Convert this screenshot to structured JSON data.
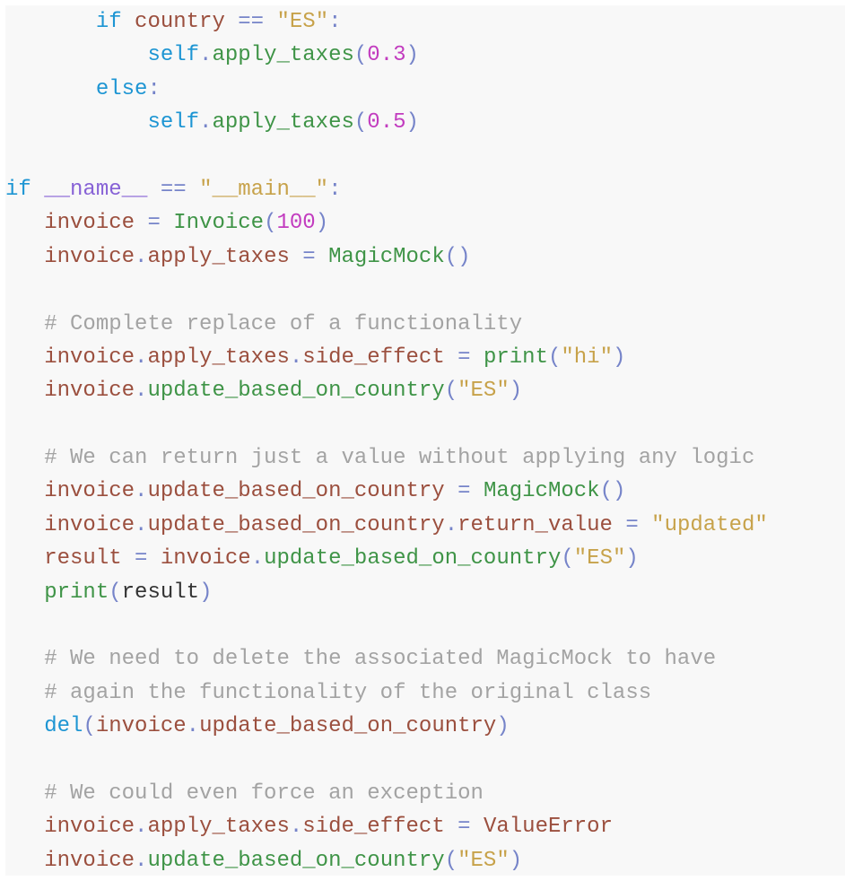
{
  "theme": {
    "background": "#f8f8f8",
    "keyword": "#1d95d3",
    "variable": "#9b4f3e",
    "function": "#3f9447",
    "string": "#c7a24a",
    "number": "#c23cbf",
    "punctuation": "#7684c9",
    "comment": "#a3a3a3",
    "dunder": "#8762d6",
    "plain": "#333333"
  },
  "code": {
    "language": "python",
    "lines": [
      [
        {
          "t": "       ",
          "c": "plain"
        },
        {
          "t": "if",
          "c": "kw"
        },
        {
          "t": " ",
          "c": "plain"
        },
        {
          "t": "country",
          "c": "var"
        },
        {
          "t": " ",
          "c": "plain"
        },
        {
          "t": "==",
          "c": "punc"
        },
        {
          "t": " ",
          "c": "plain"
        },
        {
          "t": "\"ES\"",
          "c": "str"
        },
        {
          "t": ":",
          "c": "punc"
        }
      ],
      [
        {
          "t": "           ",
          "c": "plain"
        },
        {
          "t": "self",
          "c": "kw"
        },
        {
          "t": ".",
          "c": "punc"
        },
        {
          "t": "apply_taxes",
          "c": "fn"
        },
        {
          "t": "(",
          "c": "punc"
        },
        {
          "t": "0.3",
          "c": "num"
        },
        {
          "t": ")",
          "c": "punc"
        }
      ],
      [
        {
          "t": "       ",
          "c": "plain"
        },
        {
          "t": "else",
          "c": "kw"
        },
        {
          "t": ":",
          "c": "punc"
        }
      ],
      [
        {
          "t": "           ",
          "c": "plain"
        },
        {
          "t": "self",
          "c": "kw"
        },
        {
          "t": ".",
          "c": "punc"
        },
        {
          "t": "apply_taxes",
          "c": "fn"
        },
        {
          "t": "(",
          "c": "punc"
        },
        {
          "t": "0.5",
          "c": "num"
        },
        {
          "t": ")",
          "c": "punc"
        }
      ],
      [],
      [
        {
          "t": "if",
          "c": "kw"
        },
        {
          "t": " ",
          "c": "plain"
        },
        {
          "t": "__name__",
          "c": "dunder"
        },
        {
          "t": " ",
          "c": "plain"
        },
        {
          "t": "==",
          "c": "punc"
        },
        {
          "t": " ",
          "c": "plain"
        },
        {
          "t": "\"__main__\"",
          "c": "str"
        },
        {
          "t": ":",
          "c": "punc"
        }
      ],
      [
        {
          "t": "   ",
          "c": "plain"
        },
        {
          "t": "invoice",
          "c": "var"
        },
        {
          "t": " ",
          "c": "plain"
        },
        {
          "t": "=",
          "c": "punc"
        },
        {
          "t": " ",
          "c": "plain"
        },
        {
          "t": "Invoice",
          "c": "fn"
        },
        {
          "t": "(",
          "c": "punc"
        },
        {
          "t": "100",
          "c": "num"
        },
        {
          "t": ")",
          "c": "punc"
        }
      ],
      [
        {
          "t": "   ",
          "c": "plain"
        },
        {
          "t": "invoice",
          "c": "var"
        },
        {
          "t": ".",
          "c": "punc"
        },
        {
          "t": "apply_taxes",
          "c": "var"
        },
        {
          "t": " ",
          "c": "plain"
        },
        {
          "t": "=",
          "c": "punc"
        },
        {
          "t": " ",
          "c": "plain"
        },
        {
          "t": "MagicMock",
          "c": "fn"
        },
        {
          "t": "()",
          "c": "punc"
        }
      ],
      [],
      [
        {
          "t": "   ",
          "c": "plain"
        },
        {
          "t": "# Complete replace of a functionality",
          "c": "cmt"
        }
      ],
      [
        {
          "t": "   ",
          "c": "plain"
        },
        {
          "t": "invoice",
          "c": "var"
        },
        {
          "t": ".",
          "c": "punc"
        },
        {
          "t": "apply_taxes",
          "c": "var"
        },
        {
          "t": ".",
          "c": "punc"
        },
        {
          "t": "side_effect",
          "c": "var"
        },
        {
          "t": " ",
          "c": "plain"
        },
        {
          "t": "=",
          "c": "punc"
        },
        {
          "t": " ",
          "c": "plain"
        },
        {
          "t": "print",
          "c": "fn"
        },
        {
          "t": "(",
          "c": "punc"
        },
        {
          "t": "\"hi\"",
          "c": "str"
        },
        {
          "t": ")",
          "c": "punc"
        }
      ],
      [
        {
          "t": "   ",
          "c": "plain"
        },
        {
          "t": "invoice",
          "c": "var"
        },
        {
          "t": ".",
          "c": "punc"
        },
        {
          "t": "update_based_on_country",
          "c": "fn"
        },
        {
          "t": "(",
          "c": "punc"
        },
        {
          "t": "\"ES\"",
          "c": "str"
        },
        {
          "t": ")",
          "c": "punc"
        }
      ],
      [],
      [
        {
          "t": "   ",
          "c": "plain"
        },
        {
          "t": "# We can return just a value without applying any logic",
          "c": "cmt"
        }
      ],
      [
        {
          "t": "   ",
          "c": "plain"
        },
        {
          "t": "invoice",
          "c": "var"
        },
        {
          "t": ".",
          "c": "punc"
        },
        {
          "t": "update_based_on_country",
          "c": "var"
        },
        {
          "t": " ",
          "c": "plain"
        },
        {
          "t": "=",
          "c": "punc"
        },
        {
          "t": " ",
          "c": "plain"
        },
        {
          "t": "MagicMock",
          "c": "fn"
        },
        {
          "t": "()",
          "c": "punc"
        }
      ],
      [
        {
          "t": "   ",
          "c": "plain"
        },
        {
          "t": "invoice",
          "c": "var"
        },
        {
          "t": ".",
          "c": "punc"
        },
        {
          "t": "update_based_on_country",
          "c": "var"
        },
        {
          "t": ".",
          "c": "punc"
        },
        {
          "t": "return_value",
          "c": "var"
        },
        {
          "t": " ",
          "c": "plain"
        },
        {
          "t": "=",
          "c": "punc"
        },
        {
          "t": " ",
          "c": "plain"
        },
        {
          "t": "\"updated\"",
          "c": "str"
        }
      ],
      [
        {
          "t": "   ",
          "c": "plain"
        },
        {
          "t": "result",
          "c": "var"
        },
        {
          "t": " ",
          "c": "plain"
        },
        {
          "t": "=",
          "c": "punc"
        },
        {
          "t": " ",
          "c": "plain"
        },
        {
          "t": "invoice",
          "c": "var"
        },
        {
          "t": ".",
          "c": "punc"
        },
        {
          "t": "update_based_on_country",
          "c": "fn"
        },
        {
          "t": "(",
          "c": "punc"
        },
        {
          "t": "\"ES\"",
          "c": "str"
        },
        {
          "t": ")",
          "c": "punc"
        }
      ],
      [
        {
          "t": "   ",
          "c": "plain"
        },
        {
          "t": "print",
          "c": "fn"
        },
        {
          "t": "(",
          "c": "punc"
        },
        {
          "t": "result",
          "c": "plain"
        },
        {
          "t": ")",
          "c": "punc"
        }
      ],
      [],
      [
        {
          "t": "   ",
          "c": "plain"
        },
        {
          "t": "# We need to delete the associated MagicMock to have",
          "c": "cmt"
        }
      ],
      [
        {
          "t": "   ",
          "c": "plain"
        },
        {
          "t": "# again the functionality of the original class",
          "c": "cmt"
        }
      ],
      [
        {
          "t": "   ",
          "c": "plain"
        },
        {
          "t": "del",
          "c": "kw"
        },
        {
          "t": "(",
          "c": "punc"
        },
        {
          "t": "invoice",
          "c": "var"
        },
        {
          "t": ".",
          "c": "punc"
        },
        {
          "t": "update_based_on_country",
          "c": "var"
        },
        {
          "t": ")",
          "c": "punc"
        }
      ],
      [],
      [
        {
          "t": "   ",
          "c": "plain"
        },
        {
          "t": "# We could even force an exception",
          "c": "cmt"
        }
      ],
      [
        {
          "t": "   ",
          "c": "plain"
        },
        {
          "t": "invoice",
          "c": "var"
        },
        {
          "t": ".",
          "c": "punc"
        },
        {
          "t": "apply_taxes",
          "c": "var"
        },
        {
          "t": ".",
          "c": "punc"
        },
        {
          "t": "side_effect",
          "c": "var"
        },
        {
          "t": " ",
          "c": "plain"
        },
        {
          "t": "=",
          "c": "punc"
        },
        {
          "t": " ",
          "c": "plain"
        },
        {
          "t": "ValueError",
          "c": "var"
        }
      ],
      [
        {
          "t": "   ",
          "c": "plain"
        },
        {
          "t": "invoice",
          "c": "var"
        },
        {
          "t": ".",
          "c": "punc"
        },
        {
          "t": "update_based_on_country",
          "c": "fn"
        },
        {
          "t": "(",
          "c": "punc"
        },
        {
          "t": "\"ES\"",
          "c": "str"
        },
        {
          "t": ")",
          "c": "punc"
        }
      ]
    ]
  }
}
